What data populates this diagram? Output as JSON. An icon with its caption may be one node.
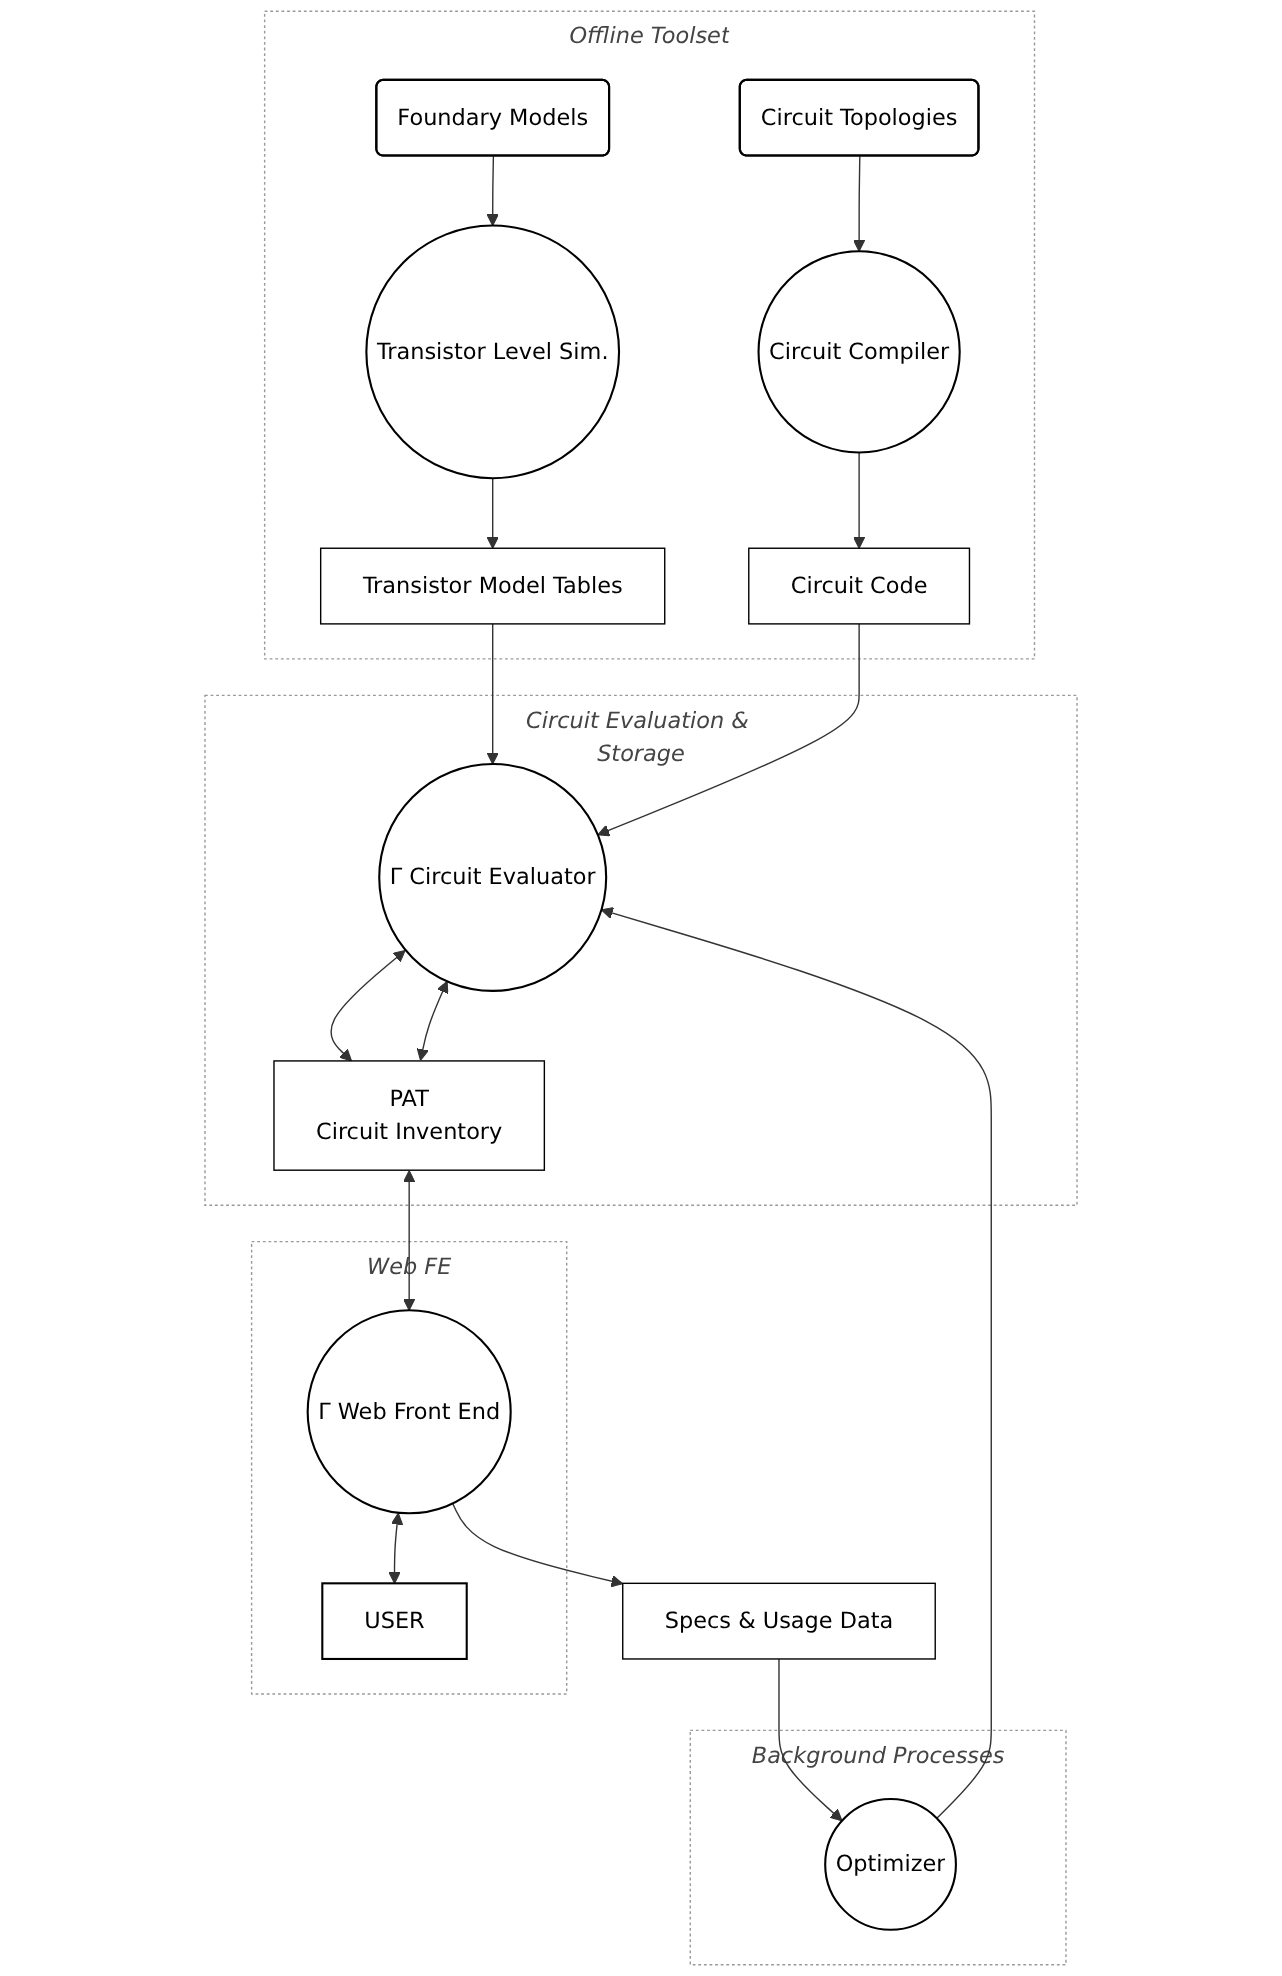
{
  "diagram": {
    "nodes": [
      {
        "text": [
          "Offline Toolset"
        ]
      },
      {
        "text": [
          "Foundary Models"
        ],
        "in": 0
      },
      {
        "text": [
          "Circuit Topologies"
        ],
        "in": 0
      },
      {
        "text": [
          "Transistor Level Sim."
        ],
        "in": 0
      },
      {
        "text": [
          "Circuit Compiler"
        ],
        "in": 0
      },
      {
        "text": [
          "Transistor Model Tables"
        ],
        "in": 0
      },
      {
        "text": [
          "Circuit Code"
        ],
        "in": 0
      },
      {
        "text": [
          "Circuit Evaluation & Storage"
        ]
      },
      {
        "text": [
          "Γ Circuit Evaluator"
        ],
        "in": 7
      },
      {
        "text": [
          "PAT",
          "Circuit Inventory"
        ],
        "in": 7
      },
      {
        "text": [
          "Background Processes"
        ]
      },
      {
        "text": [
          "Optimizer"
        ],
        "in": 10
      },
      {
        "text": [
          "Specs & Usage Data"
        ]
      },
      {
        "text": [
          "Web FE"
        ]
      },
      {
        "text": [
          "Γ Web Front End"
        ],
        "in": 13
      },
      {
        "text": [
          "USER"
        ],
        "in": 13
      }
    ],
    "edges": [
      {
        "from": 1,
        "to": 3,
        "arrow": "to"
      },
      {
        "from": 2,
        "to": 4,
        "arrow": "to"
      },
      {
        "from": 3,
        "to": 5,
        "arrow": "to"
      },
      {
        "from": 4,
        "to": 6,
        "arrow": "to"
      },
      {
        "from": 5,
        "to": 8,
        "arrow": "to"
      },
      {
        "from": 6,
        "to": 8,
        "arrow": "to"
      },
      {
        "from": 8,
        "to": 9,
        "arrow": "both"
      },
      {
        "from": 9,
        "to": 8,
        "arrow": "both"
      },
      {
        "from": 9,
        "to": 14,
        "arrow": "both"
      },
      {
        "from": 11,
        "to": 8,
        "arrow": "to"
      },
      {
        "from": 14,
        "to": 12,
        "arrow": "to"
      },
      {
        "from": 12,
        "to": 11,
        "arrow": "to"
      },
      {
        "from": 14,
        "to": 15,
        "arrow": "both"
      }
    ]
  }
}
